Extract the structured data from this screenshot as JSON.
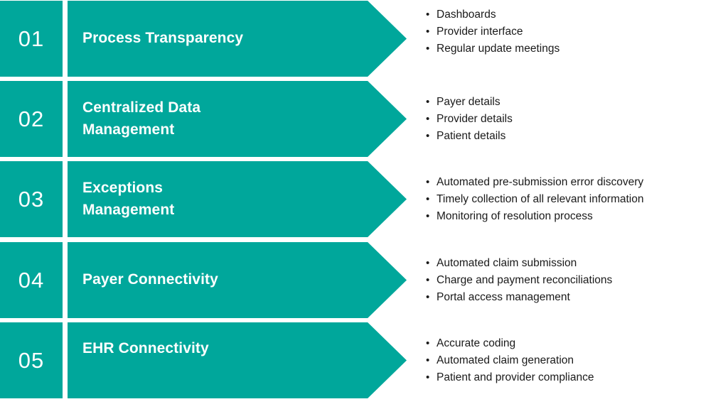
{
  "theme": {
    "accent_teal": "#00A79B",
    "text_dark": "#1a1a1a",
    "text_on_accent": "#ffffff",
    "background": "#ffffff"
  },
  "rows": [
    {
      "number": "01",
      "title": "Process Transparency",
      "title_lines": [
        "Process Transparency"
      ],
      "bullets": [
        "Dashboards",
        "Provider interface",
        "Regular update meetings"
      ]
    },
    {
      "number": "02",
      "title": "Centralized Data Management",
      "title_lines": [
        "Centralized Data",
        "Management"
      ],
      "bullets": [
        "Payer details",
        "Provider details",
        "Patient details"
      ]
    },
    {
      "number": "03",
      "title": "Exceptions Management",
      "title_lines": [
        "Exceptions",
        "Management"
      ],
      "bullets": [
        "Automated pre-submission error discovery",
        "Timely collection of all relevant information",
        "Monitoring of resolution process"
      ]
    },
    {
      "number": "04",
      "title": "Payer Connectivity",
      "title_lines": [
        "Payer Connectivity"
      ],
      "bullets": [
        "Automated claim submission",
        "Charge and payment reconciliations",
        "Portal access management"
      ]
    },
    {
      "number": "05",
      "title": "EHR Connectivity",
      "title_lines": [
        "EHR Connectivity"
      ],
      "bullets": [
        "Accurate coding",
        "Automated claim generation",
        "Patient and provider compliance"
      ]
    }
  ]
}
